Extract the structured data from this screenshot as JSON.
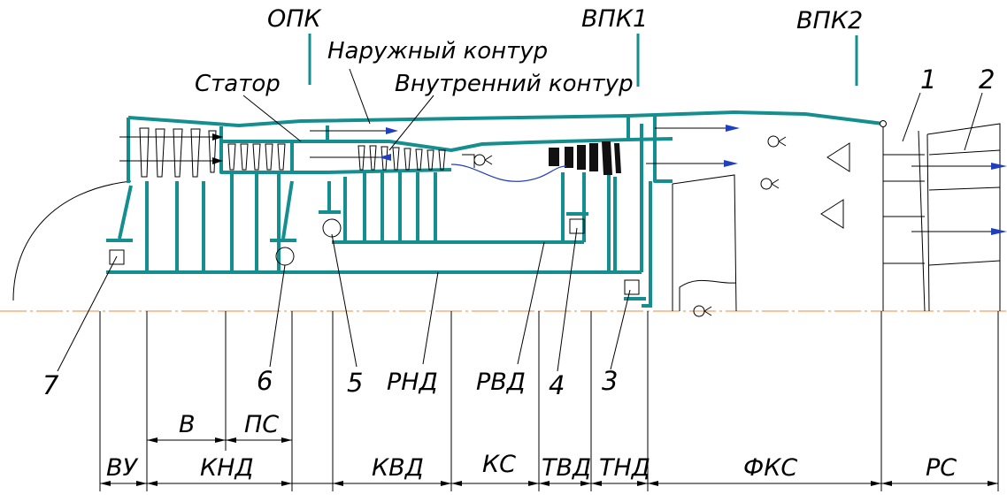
{
  "colors": {
    "structure": "#148e8e",
    "arrow": "#1f3fbf",
    "leader": "#000000",
    "axis": "#f08a3c",
    "blades_dark": "#111111"
  },
  "top_labels": {
    "opk": "ОПК",
    "vpk1": "ВПК1",
    "vpk2": "ВПК2",
    "outer_contour": "Наружный контур",
    "inner_contour": "Внутренний контур",
    "stator": "Статор",
    "callout_1": "1",
    "callout_2": "2"
  },
  "callouts": {
    "c7": "7",
    "c6": "6",
    "c5": "5",
    "rnd": "РНД",
    "rvd": "РВД",
    "c4": "4",
    "c3": "3"
  },
  "sections": {
    "vu": "ВУ",
    "v": "В",
    "ps": "ПС",
    "knd": "КНД",
    "kvd": "КВД",
    "ks": "КС",
    "tvd": "ТВД",
    "tnd": "ТНД",
    "fks": "ФКС",
    "rs": "РС"
  },
  "icons": {
    "bearing": "bearing-square-icon",
    "injector": "fuel-injector-icon",
    "flameholder": "flameholder-triangle-icon",
    "shaft_end": "shaft-circle-icon"
  }
}
